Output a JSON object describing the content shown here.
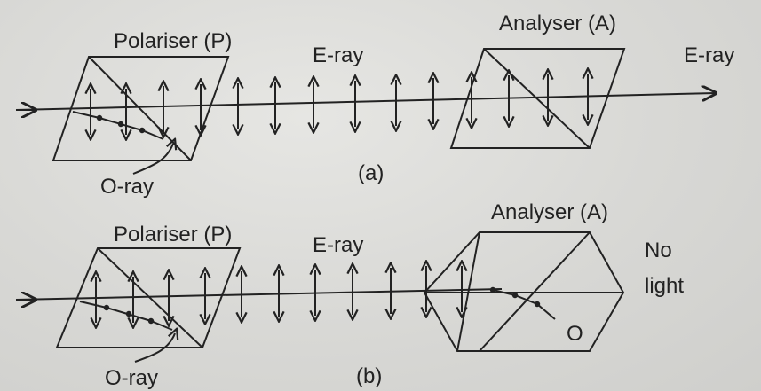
{
  "panel_a": {
    "polariser_label": "Polariser (P)",
    "analyser_label": "Analyser (A)",
    "eray_label": "E-ray",
    "eray_out_label": "E-ray",
    "oray_label": "O-ray",
    "caption": "(a)"
  },
  "panel_b": {
    "polariser_label": "Polariser (P)",
    "analyser_label": "Analyser (A)",
    "eray_label": "E-ray",
    "oray_label": "O-ray",
    "no_light_line1": "No",
    "no_light_line2": "light",
    "o_label": "O",
    "caption": "(b)"
  },
  "colors": {
    "ink": "#222222",
    "paper": "#d9d9d6"
  }
}
